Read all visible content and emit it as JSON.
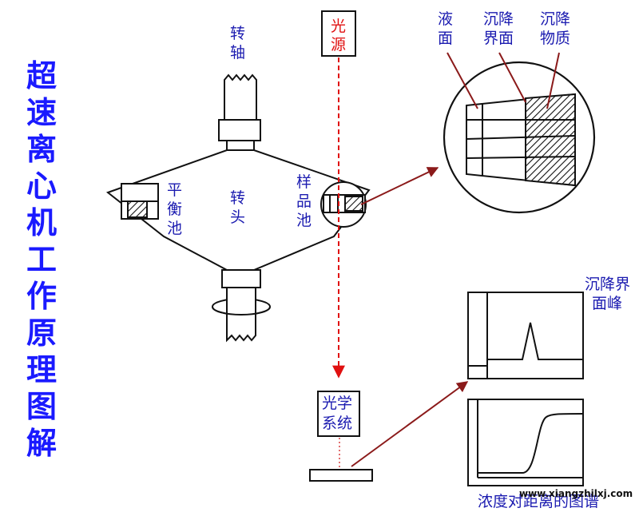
{
  "title_chars": [
    "超",
    "速",
    "离",
    "心",
    "机",
    "工",
    "作",
    "原",
    "理",
    "图",
    "解"
  ],
  "labels": {
    "spindle": [
      "转",
      "轴"
    ],
    "light_source": [
      "光",
      "源"
    ],
    "liquid_surface": [
      "液",
      "面"
    ],
    "sed_boundary": [
      "沉降",
      "界面"
    ],
    "sed_material": [
      "沉降",
      "物质"
    ],
    "balance_cell": [
      "平",
      "衡",
      "池"
    ],
    "rotor_head": [
      "转",
      "头"
    ],
    "sample_cell": [
      "样",
      "品",
      "池"
    ],
    "peak": [
      "沉降界",
      "面峰"
    ],
    "optical_system": [
      "光学",
      "系统"
    ],
    "caption": "浓度对距离的图谱",
    "watermark": "www.xiangzhilxj.com"
  },
  "colors": {
    "title": "#1a1aff",
    "label": "#1b1bb0",
    "light_source_text": "#e01010",
    "beam": "#e01010",
    "pointer": "#8b1a1a",
    "stroke": "#111111"
  }
}
